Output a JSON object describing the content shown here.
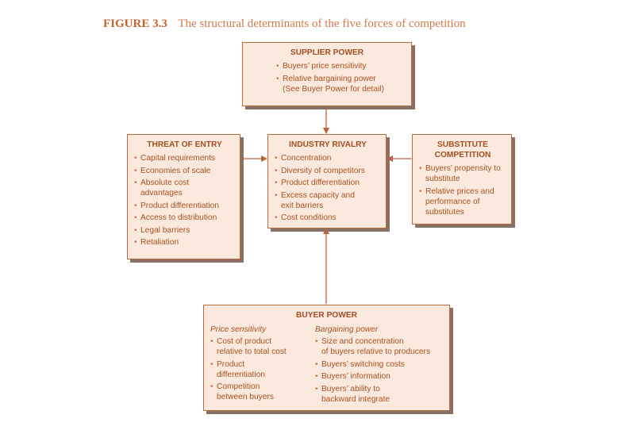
{
  "figure": {
    "label": "FIGURE 3.3",
    "title": "The structural determinants of the five forces of competition"
  },
  "supplier_power": {
    "title": "SUPPLIER POWER",
    "items": [
      "Buyers’ price sensitivity",
      "Relative bargaining power\n(See Buyer Power for detail)"
    ]
  },
  "threat_of_entry": {
    "title": "THREAT OF ENTRY",
    "items": [
      "Capital requirements",
      "Economies of scale",
      "Absolute cost\nadvantages",
      "Product differentiation",
      "Access to distribution",
      "Legal barriers",
      "Retaliation"
    ]
  },
  "industry_rivalry": {
    "title": "INDUSTRY RIVALRY",
    "items": [
      "Concentration",
      "Diversity of competitors",
      "Product differentiation",
      "Excess capacity and\nexit barriers",
      "Cost conditions"
    ]
  },
  "substitute_competition": {
    "title": "SUBSTITUTE\nCOMPETITION",
    "items": [
      "Buyers’ propensity to\nsubstitute",
      "Relative prices and\nperformance of\nsubstitutes"
    ]
  },
  "buyer_power": {
    "title": "BUYER POWER",
    "price_sensitivity": {
      "heading": "Price sensitivity",
      "items": [
        "Cost of product\nrelative to total cost",
        "Product\ndifferentiation",
        "Competition\nbetween buyers"
      ]
    },
    "bargaining_power": {
      "heading": "Bargaining power",
      "items": [
        "Size and concentration\nof buyers relative to producers",
        "Buyers’ switching costs",
        "Buyers’ information",
        "Buyers’ ability to\nbackward integrate"
      ]
    }
  },
  "colors": {
    "box_fill": "#fbe9de",
    "box_border": "#bb6a3c",
    "text": "#a8501f",
    "arrow": "#c0653a",
    "shadow": "#8a7166"
  }
}
